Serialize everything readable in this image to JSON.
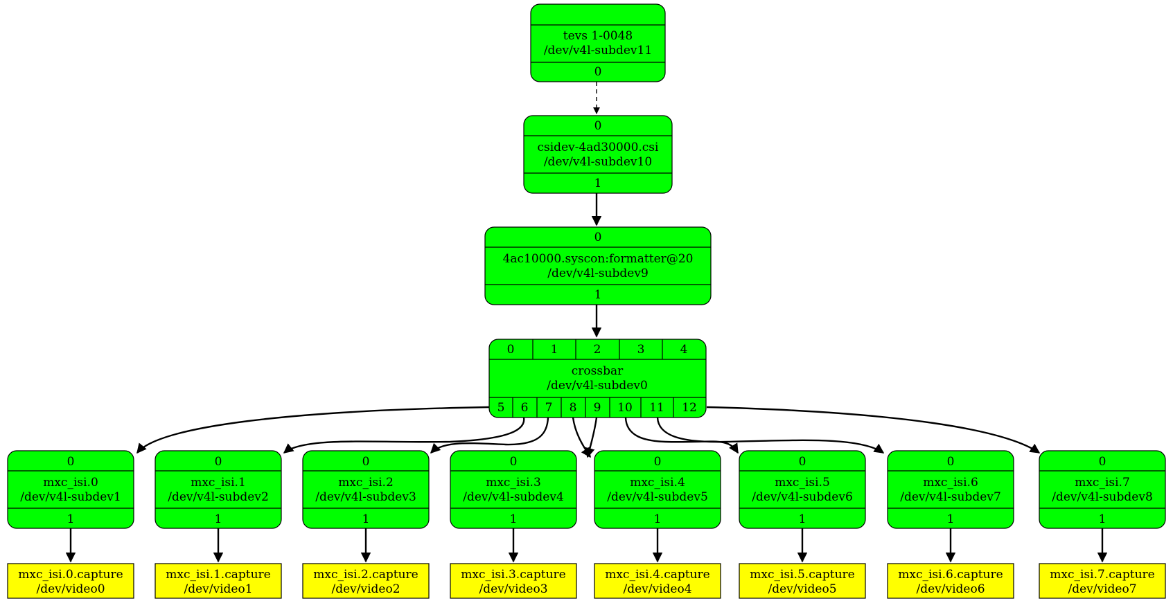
{
  "nodes": {
    "tevs": {
      "name": "tevs 1-0048",
      "dev": "/dev/v4l-subdev11",
      "in_pads": [],
      "out_pads": [
        "0"
      ]
    },
    "csidev": {
      "name": "csidev-4ad30000.csi",
      "dev": "/dev/v4l-subdev10",
      "in_pads": [
        "0"
      ],
      "out_pads": [
        "1"
      ]
    },
    "formatter": {
      "name": "4ac10000.syscon:formatter@20",
      "dev": "/dev/v4l-subdev9",
      "in_pads": [
        "0"
      ],
      "out_pads": [
        "1"
      ]
    },
    "crossbar": {
      "name": "crossbar",
      "dev": "/dev/v4l-subdev0",
      "in_pads": [
        "0",
        "1",
        "2",
        "3",
        "4"
      ],
      "out_pads": [
        "5",
        "6",
        "7",
        "8",
        "9",
        "10",
        "11",
        "12"
      ]
    },
    "isi": [
      {
        "name": "mxc_isi.0",
        "dev": "/dev/v4l-subdev1",
        "in_pad": "0",
        "out_pad": "1"
      },
      {
        "name": "mxc_isi.1",
        "dev": "/dev/v4l-subdev2",
        "in_pad": "0",
        "out_pad": "1"
      },
      {
        "name": "mxc_isi.2",
        "dev": "/dev/v4l-subdev3",
        "in_pad": "0",
        "out_pad": "1"
      },
      {
        "name": "mxc_isi.3",
        "dev": "/dev/v4l-subdev4",
        "in_pad": "0",
        "out_pad": "1"
      },
      {
        "name": "mxc_isi.4",
        "dev": "/dev/v4l-subdev5",
        "in_pad": "0",
        "out_pad": "1"
      },
      {
        "name": "mxc_isi.5",
        "dev": "/dev/v4l-subdev6",
        "in_pad": "0",
        "out_pad": "1"
      },
      {
        "name": "mxc_isi.6",
        "dev": "/dev/v4l-subdev7",
        "in_pad": "0",
        "out_pad": "1"
      },
      {
        "name": "mxc_isi.7",
        "dev": "/dev/v4l-subdev8",
        "in_pad": "0",
        "out_pad": "1"
      }
    ],
    "captures": [
      {
        "name": "mxc_isi.0.capture",
        "dev": "/dev/video0"
      },
      {
        "name": "mxc_isi.1.capture",
        "dev": "/dev/video1"
      },
      {
        "name": "mxc_isi.2.capture",
        "dev": "/dev/video2"
      },
      {
        "name": "mxc_isi.3.capture",
        "dev": "/dev/video3"
      },
      {
        "name": "mxc_isi.4.capture",
        "dev": "/dev/video4"
      },
      {
        "name": "mxc_isi.5.capture",
        "dev": "/dev/video5"
      },
      {
        "name": "mxc_isi.6.capture",
        "dev": "/dev/video6"
      },
      {
        "name": "mxc_isi.7.capture",
        "dev": "/dev/video7"
      }
    ]
  },
  "links": [
    {
      "from": "tevs:0",
      "to": "csidev:0",
      "style": "dashed"
    },
    {
      "from": "csidev:1",
      "to": "formatter:0",
      "style": "solid"
    },
    {
      "from": "formatter:1",
      "to": "crossbar:2",
      "style": "solid"
    },
    {
      "from": "crossbar:5",
      "to": "mxc_isi.0:0",
      "style": "solid"
    },
    {
      "from": "crossbar:6",
      "to": "mxc_isi.1:0",
      "style": "solid"
    },
    {
      "from": "crossbar:7",
      "to": "mxc_isi.2:0",
      "style": "solid"
    },
    {
      "from": "crossbar:8",
      "to": "mxc_isi.3:0",
      "style": "solid"
    },
    {
      "from": "crossbar:9",
      "to": "mxc_isi.4:0",
      "style": "solid"
    },
    {
      "from": "crossbar:10",
      "to": "mxc_isi.5:0",
      "style": "solid"
    },
    {
      "from": "crossbar:11",
      "to": "mxc_isi.6:0",
      "style": "solid"
    },
    {
      "from": "crossbar:12",
      "to": "mxc_isi.7:0",
      "style": "solid"
    }
  ],
  "colors": {
    "entity": "#00ff00",
    "video_node": "#ffff00",
    "stroke": "#000000"
  }
}
